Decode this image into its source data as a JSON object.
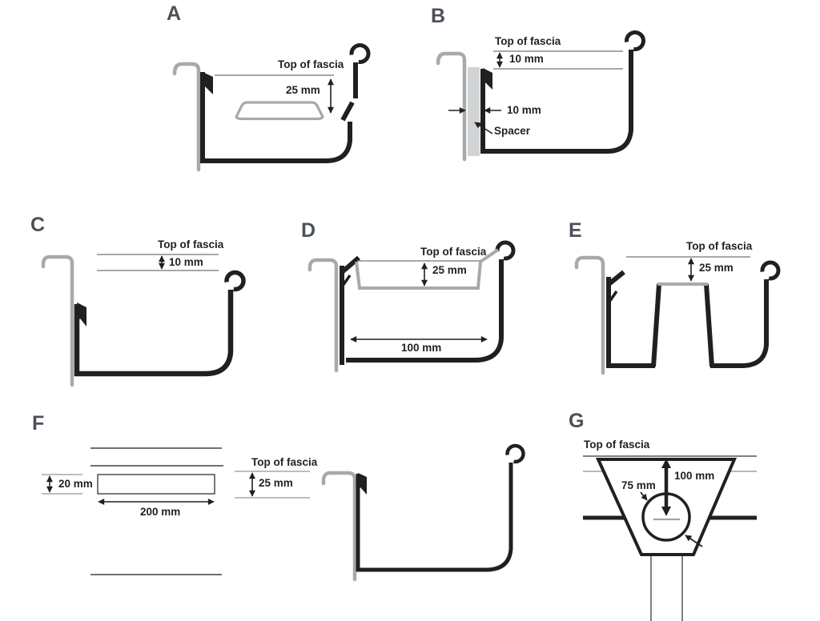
{
  "palette": {
    "ink": "#231f20",
    "fascia_gray": "#a7a9ac",
    "spacer_fill": "#d1d3d4",
    "annotation_gray": "#8a8c8e",
    "letter_color": "#4c5158"
  },
  "panels": {
    "a": {
      "letter": "A",
      "top_of_fascia": "Top of fascia",
      "depth": "25 mm"
    },
    "b": {
      "letter": "B",
      "top_of_fascia": "Top of fascia",
      "offset": "10 mm",
      "spacer_width": "10 mm",
      "spacer_label": "Spacer"
    },
    "c": {
      "letter": "C",
      "top_of_fascia": "Top of fascia",
      "offset": "10 mm"
    },
    "d": {
      "letter": "D",
      "top_of_fascia": "Top of fascia",
      "depth": "25 mm",
      "width": "100 mm"
    },
    "e": {
      "letter": "E",
      "top_of_fascia": "Top of fascia",
      "depth": "25 mm"
    },
    "f": {
      "letter": "F",
      "slot_height": "20 mm",
      "slot_width": "200 mm",
      "top_of_fascia": "Top of fascia",
      "depth": "25 mm"
    },
    "g": {
      "letter": "G",
      "top_of_fascia": "Top of fascia",
      "outlet_diameter": "75 mm",
      "depth": "100 mm"
    }
  }
}
